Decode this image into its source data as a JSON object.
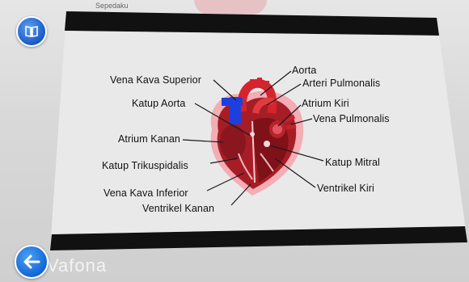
{
  "background_text": "Sepedaku",
  "brand": "Vafona",
  "labels": {
    "vena_kava_superior": "Vena Kava Superior",
    "aorta": "Aorta",
    "arteri_pulmonalis": "Arteri Pulmonalis",
    "katup_aorta": "Katup Aorta",
    "atrium_kiri": "Atrium Kiri",
    "vena_pulmonalis": "Vena Pulmonalis",
    "atrium_kanan": "Atrium Kanan",
    "katup_trikuspidalis": "Katup Trikuspidalis",
    "katup_mitral": "Katup Mitral",
    "vena_kava_inferior": "Vena Kava Inferior",
    "ventrikel_kiri": "Ventrikel Kiri",
    "ventrikel_kanan": "Ventrikel Kanan"
  },
  "icons": {
    "book": "book-icon",
    "back": "back-arrow-icon"
  },
  "colors": {
    "button_blue": "#1a5fcf",
    "heart_red": "#c8202a",
    "vein_blue": "#1e3fe0"
  }
}
